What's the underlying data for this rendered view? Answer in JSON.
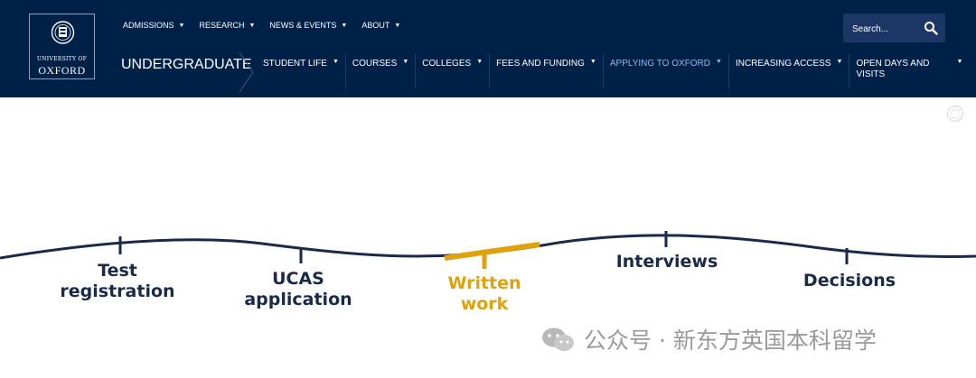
{
  "header": {
    "logo": {
      "line1": "UNIVERSITY OF",
      "line2": "OXFORD"
    },
    "top_nav": [
      "ADMISSIONS",
      "RESEARCH",
      "NEWS & EVENTS",
      "ABOUT"
    ],
    "search": {
      "placeholder": "Search..."
    },
    "section_title": "UNDERGRADUATE",
    "main_nav": [
      {
        "label": "STUDENT LIFE"
      },
      {
        "label": "COURSES"
      },
      {
        "label": "COLLEGES"
      },
      {
        "label": "FEES AND FUNDING"
      },
      {
        "label": "APPLYING TO OXFORD",
        "active": true
      },
      {
        "label": "INCREASING ACCESS"
      },
      {
        "label": "OPEN DAYS AND VISITS"
      }
    ]
  },
  "timeline": {
    "steps": [
      {
        "line1": "Test",
        "line2": "registration"
      },
      {
        "line1": "UCAS",
        "line2": "application"
      },
      {
        "line1": "Written",
        "line2": "work",
        "highlight": true
      },
      {
        "line1": "Interviews",
        "line2": ""
      },
      {
        "line1": "Decisions",
        "line2": ""
      }
    ],
    "colors": {
      "line": "#1a2a48",
      "highlight": "#e0a20c"
    }
  },
  "watermark": {
    "text": "公众号 · 新东方英国本科留学"
  },
  "colors": {
    "header_bg": "#002147",
    "active_nav": "#8fbaf0"
  }
}
